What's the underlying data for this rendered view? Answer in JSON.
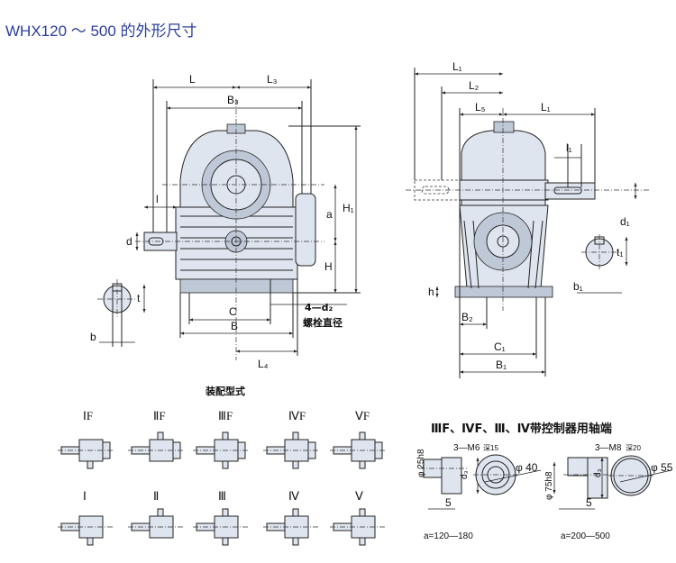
{
  "title": "WHX120 ～ 500 的外形尺寸",
  "front_view": {
    "L": "L",
    "L3": "L₃",
    "B3": "B₃",
    "H1": "H₁",
    "a": "a",
    "H": "H",
    "l": "l",
    "d": "d",
    "t": "t",
    "b": "b",
    "C": "C",
    "B": "B",
    "bolt_count_dia": "4—d₂",
    "bolt_dia_label": "螺栓直径",
    "L4": "L₄"
  },
  "side_view": {
    "L1_top": "L₁",
    "L2": "L₂",
    "L5": "L₅",
    "L1_right": "L₁",
    "l1": "l₁",
    "d1": "d₁",
    "t1": "t₁",
    "b1": "b₁",
    "h": "h",
    "B2": "B₂",
    "C1": "C₁",
    "B1": "B₁"
  },
  "assembly": {
    "heading": "装配型式",
    "types": [
      {
        "label": "ⅠF",
        "shaft": "bottom",
        "flange": true
      },
      {
        "label": "ⅡF",
        "shaft": "top",
        "flange": true
      },
      {
        "label": "ⅢF",
        "shaft": "both",
        "flange": true
      },
      {
        "label": "ⅣF",
        "shaft": "both",
        "flange": true
      },
      {
        "label": "ⅤF",
        "shaft": "both",
        "flange": true
      },
      {
        "label": "Ⅰ",
        "shaft": "bottom",
        "flange": false
      },
      {
        "label": "Ⅱ",
        "shaft": "top",
        "flange": false
      },
      {
        "label": "Ⅲ",
        "shaft": "both",
        "flange": false
      },
      {
        "label": "Ⅳ",
        "shaft": "both",
        "flange": false
      },
      {
        "label": "Ⅴ",
        "shaft": "both",
        "flange": false
      }
    ]
  },
  "shaft_end": {
    "heading": "ⅢF、ⅣF、Ⅲ、Ⅳ带控制器用轴端",
    "small": {
      "holes": "3—M6",
      "depth": "深15",
      "outer_dia": "φ 40",
      "bore": "φ 25h8",
      "d3": "d₃",
      "offset": "5",
      "range": "a=120—180"
    },
    "large": {
      "holes": "3—M8",
      "depth": "深20",
      "outer_dia": "φ 55",
      "bore": "φ 75h8",
      "d3": "d₃",
      "offset": "5",
      "range": "a=200—500"
    }
  }
}
